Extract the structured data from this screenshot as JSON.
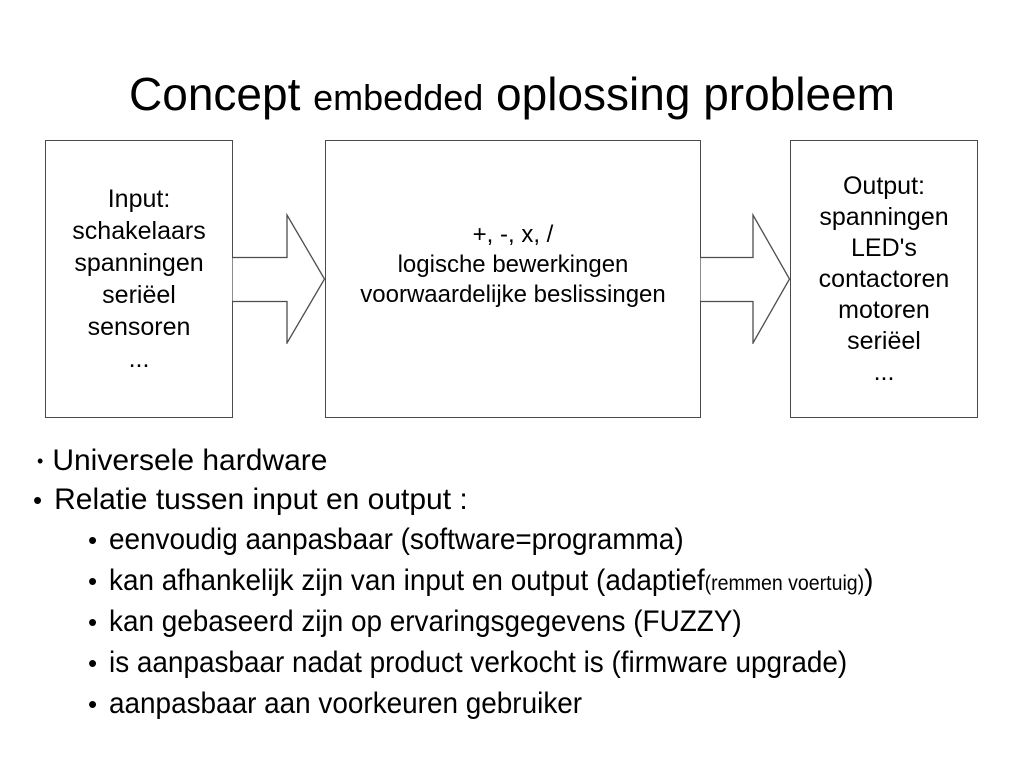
{
  "colors": {
    "background": "#ffffff",
    "text": "#000000",
    "box_border": "#4a4a4a",
    "arrow_border": "#4d4d4d",
    "arrow_fill": "#ffffff"
  },
  "title": {
    "part1": "Concept ",
    "part2": "embedded",
    "part3": " oplossing probleem"
  },
  "diagram": {
    "input_box": {
      "lines": [
        "Input:",
        "schakelaars",
        "spanningen",
        "seriëel",
        "sensoren",
        "..."
      ]
    },
    "process_box": {
      "lines": [
        "+, -, x, /",
        "logische bewerkingen",
        "voorwaardelijke beslissingen"
      ]
    },
    "output_box": {
      "lines": [
        "Output:",
        "spanningen",
        "LED's",
        "contactoren",
        "motoren",
        "seriëel",
        "..."
      ]
    },
    "arrows": [
      {
        "name": "input-to-process",
        "direction": "right"
      },
      {
        "name": "process-to-output",
        "direction": "right"
      }
    ]
  },
  "bullets": {
    "marker": "•",
    "level1": [
      "Universele hardware",
      "Relatie tussen input en output :"
    ],
    "level2": [
      {
        "text": "eenvoudig aanpasbaar (software=programma)"
      },
      {
        "prefix": "kan afhankelijk zijn van input en output (adaptief",
        "small": "(remmen voertuig)",
        "suffix": ")"
      },
      {
        "text": "kan gebaseerd zijn op ervaringsgegevens (FUZZY)"
      },
      {
        "text": "is aanpasbaar nadat product verkocht is (firmware upgrade)"
      },
      {
        "text": "aanpasbaar aan voorkeuren gebruiker"
      }
    ]
  }
}
